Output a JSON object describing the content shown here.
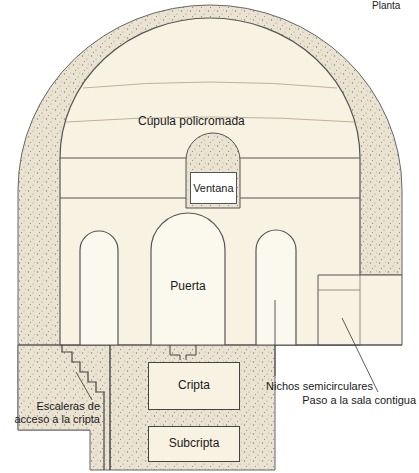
{
  "diagram": {
    "nodes": [
      {
        "text": [
          "Ventana"
        ]
      },
      {
        "text": [
          "Puerta"
        ]
      },
      {
        "text": [
          "Cripta"
        ]
      },
      {
        "text": [
          "Subcripta"
        ]
      }
    ],
    "labels": [
      "Planta",
      "Cúpula policromada",
      "Escaleras de acceso a la cripta",
      "Nichos semicirculares",
      "Paso a la sala contigua"
    ]
  }
}
